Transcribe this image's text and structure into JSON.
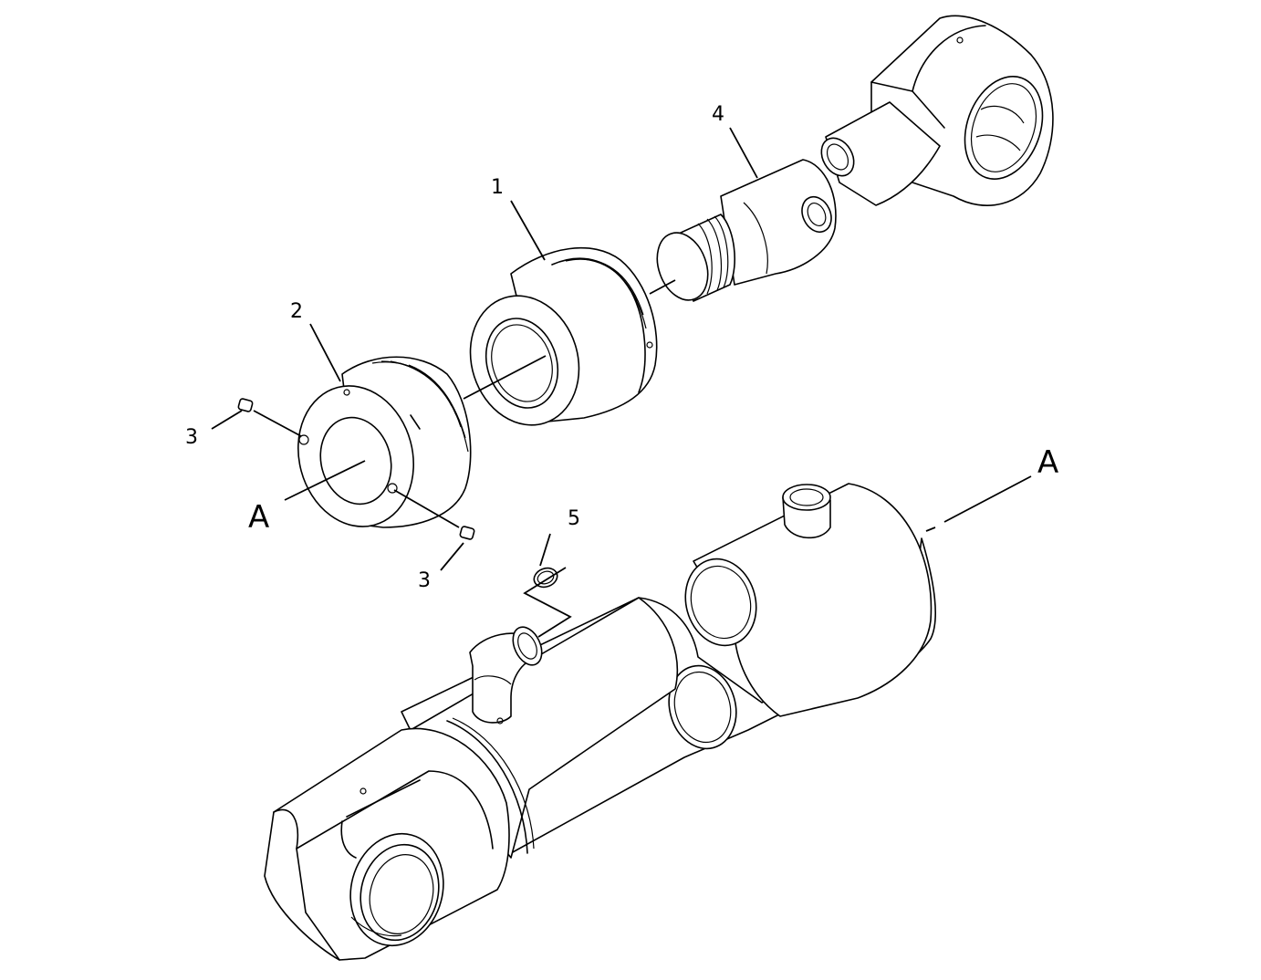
{
  "callouts": {
    "part_1": "1",
    "part_2": "2",
    "part_3_upper": "3",
    "part_3_lower": "3",
    "part_4": "4",
    "part_5": "5",
    "view_a_left": "A",
    "view_a_right": "A"
  },
  "colors": {
    "line": "#000000",
    "background": "#ffffff"
  }
}
